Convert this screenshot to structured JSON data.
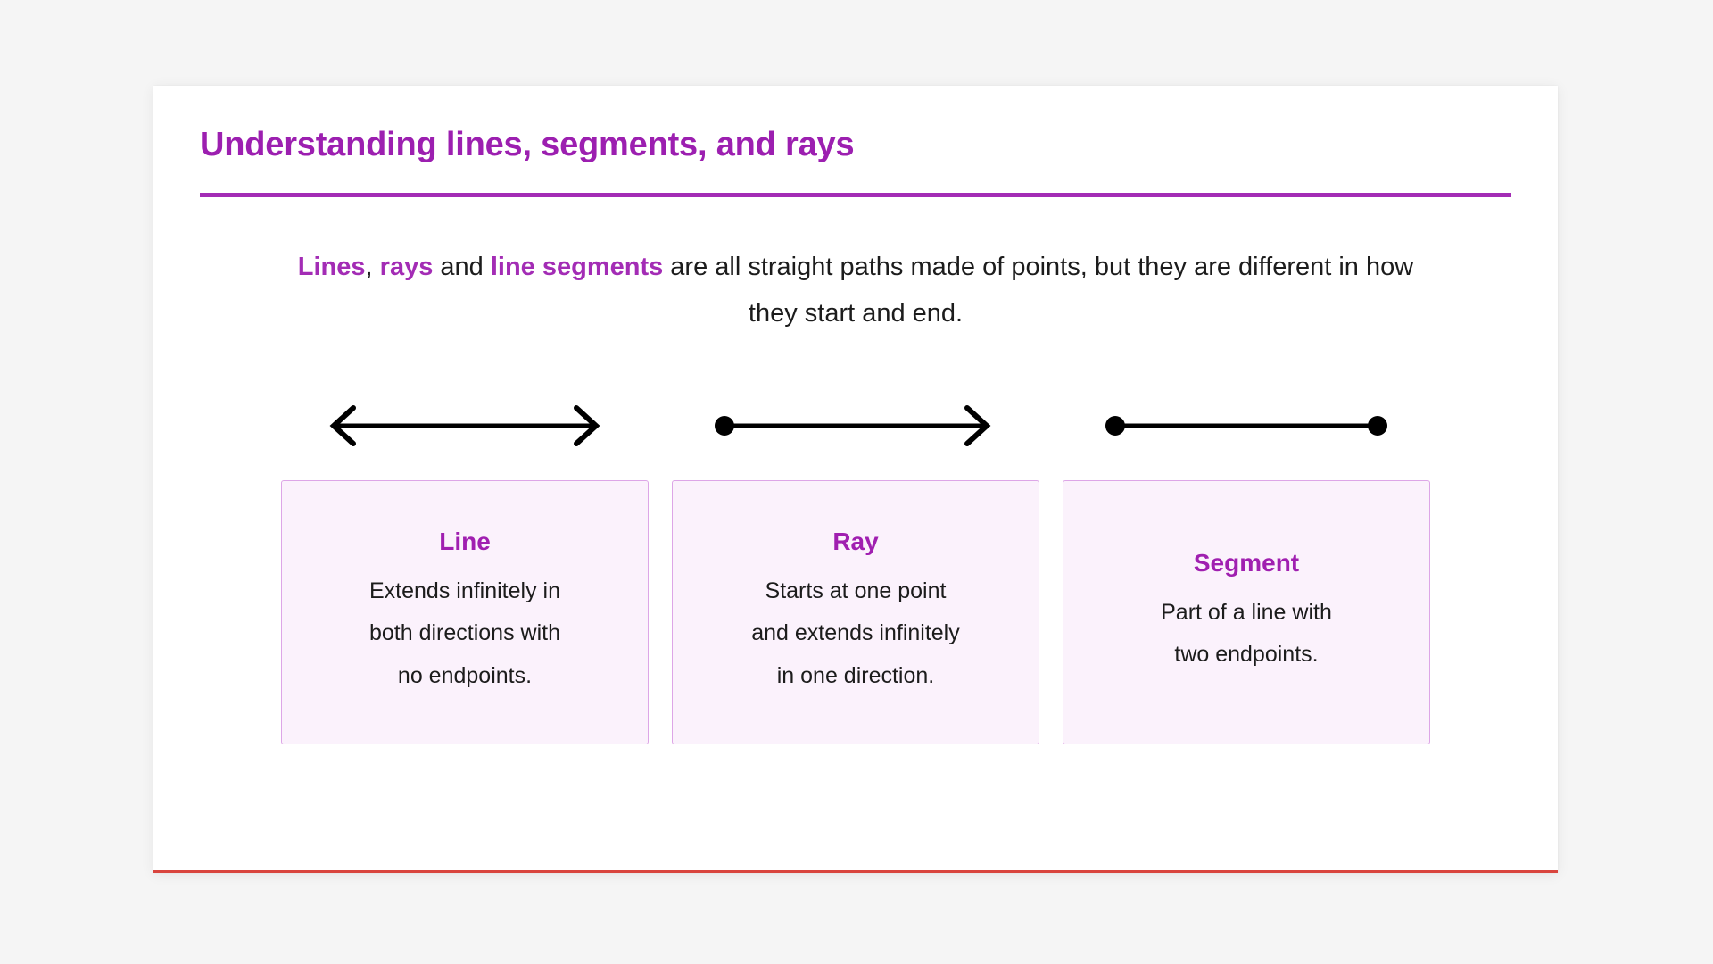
{
  "slide": {
    "title": "Understanding lines, segments, and rays",
    "intro": {
      "term_1": "Lines",
      "sep_1": ", ",
      "term_2": "rays",
      "mid": " and ",
      "term_3": "line segments",
      "tail": " are all straight paths made of points, but they are different in how they start and end."
    },
    "diagrams": [
      {
        "name": "line",
        "icon": "double-arrow-icon"
      },
      {
        "name": "ray",
        "icon": "dot-arrow-icon"
      },
      {
        "name": "segment",
        "icon": "dot-line-dot-icon"
      }
    ],
    "cards": [
      {
        "title": "Line",
        "lines": [
          "Extends infinitely in",
          "both directions with",
          "no endpoints."
        ]
      },
      {
        "title": "Ray",
        "lines": [
          "Starts at one point",
          "and extends infinitely",
          "in one direction."
        ]
      },
      {
        "title": "Segment",
        "lines": [
          "Part of a line with",
          "two endpoints."
        ]
      }
    ]
  },
  "colors": {
    "accent_purple": "#a32cb5",
    "title_purple": "#9c1fb0",
    "card_fill": "#fbf2fc",
    "card_border": "#dda6e7",
    "bottom_accent": "#d9453e",
    "page_background": "#f5f5f5",
    "stroke_black": "#000000"
  }
}
